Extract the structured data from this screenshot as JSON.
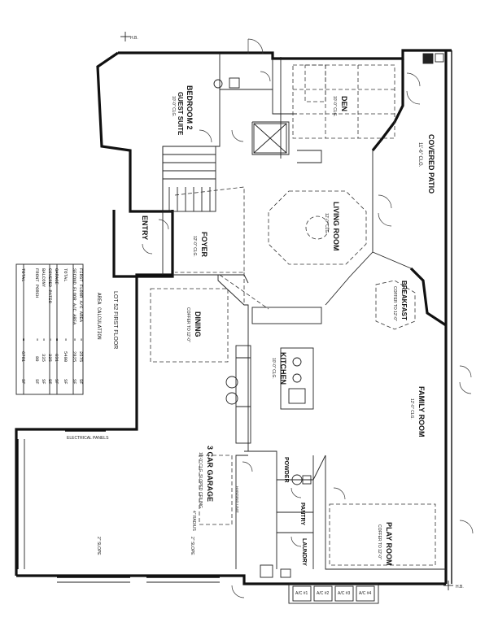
{
  "lot_title": "LOT 52 FIRST FLOOR",
  "area_table": {
    "heading": "AREA CALCULATION",
    "rows": [
      {
        "label": "FIRST FLOOR A/C AREA",
        "eq": "=",
        "value": "2575",
        "unit": "SF"
      },
      {
        "label": "SECOND FLOOR A/C AREA",
        "eq": "=",
        "value": "2825",
        "unit": "SF"
      },
      {
        "label": "TOTAL",
        "eq": "=",
        "value": "5400",
        "unit": "SF"
      },
      {
        "label": "GARAGE",
        "eq": "=",
        "value": "631",
        "unit": "SF"
      },
      {
        "label": "COVERED PATIO",
        "eq": "=",
        "value": "335",
        "unit": "SF"
      },
      {
        "label": "BALCONY",
        "eq": "=",
        "value": "335",
        "unit": "SF"
      },
      {
        "label": "FRONT PORCH",
        "eq": "=",
        "value": "80",
        "unit": "SF"
      },
      {
        "label": "TOTAL",
        "eq": "=",
        "value": "6781",
        "unit": "SF"
      }
    ]
  },
  "rooms": {
    "bedroom": "BEDROOM 2",
    "bedroom_sub": "GUEST SUITE",
    "bedroom_clg": "10'-0\" CLG.",
    "den": "DEN",
    "den_clg": "10'-0\" CLG.",
    "covered_patio": "COVERED PATIO",
    "covered_patio_clg": "11'-6\" CLG.",
    "living": "LIVING ROOM",
    "living_clg": "12'-0\" CLG.",
    "entry": "ENTRY",
    "foyer": "FOYER",
    "foyer_clg": "12'-0\" CLG.",
    "breakfast": "BREAKFAST",
    "breakfast_clg": "COFFER TO 12'-0\"",
    "dining": "DINING",
    "dining_clg": "COFFER TO 12'-0\"",
    "kitchen": "KITCHEN",
    "kitchen_clg": "10'-0\" CLG.",
    "family": "FAMILY ROOM",
    "family_clg": "12'-0\" CLG.",
    "garage": "3 CAR GARAGE",
    "garage_clg": "10'-0\" CLG. SLOPED CEILING",
    "powder": "POWDER",
    "pantry": "PANTRY",
    "laundry": "LAUNDRY",
    "play": "PLAY ROOM",
    "play_clg": "COFFER TO 12'-0\""
  },
  "notes": {
    "electrical": "ELECTRICAL PANELS",
    "slope1": "2\" SLOPE",
    "slope2": "2\" SLOPE",
    "radius": "4\" RADIUS",
    "hanging": "HANGING UNIT",
    "hb_top": "H.B.",
    "hb_bottom": "H.B.",
    "ac": [
      "A/C #1",
      "A/C #2",
      "A/C #3",
      "A/C #4"
    ]
  }
}
